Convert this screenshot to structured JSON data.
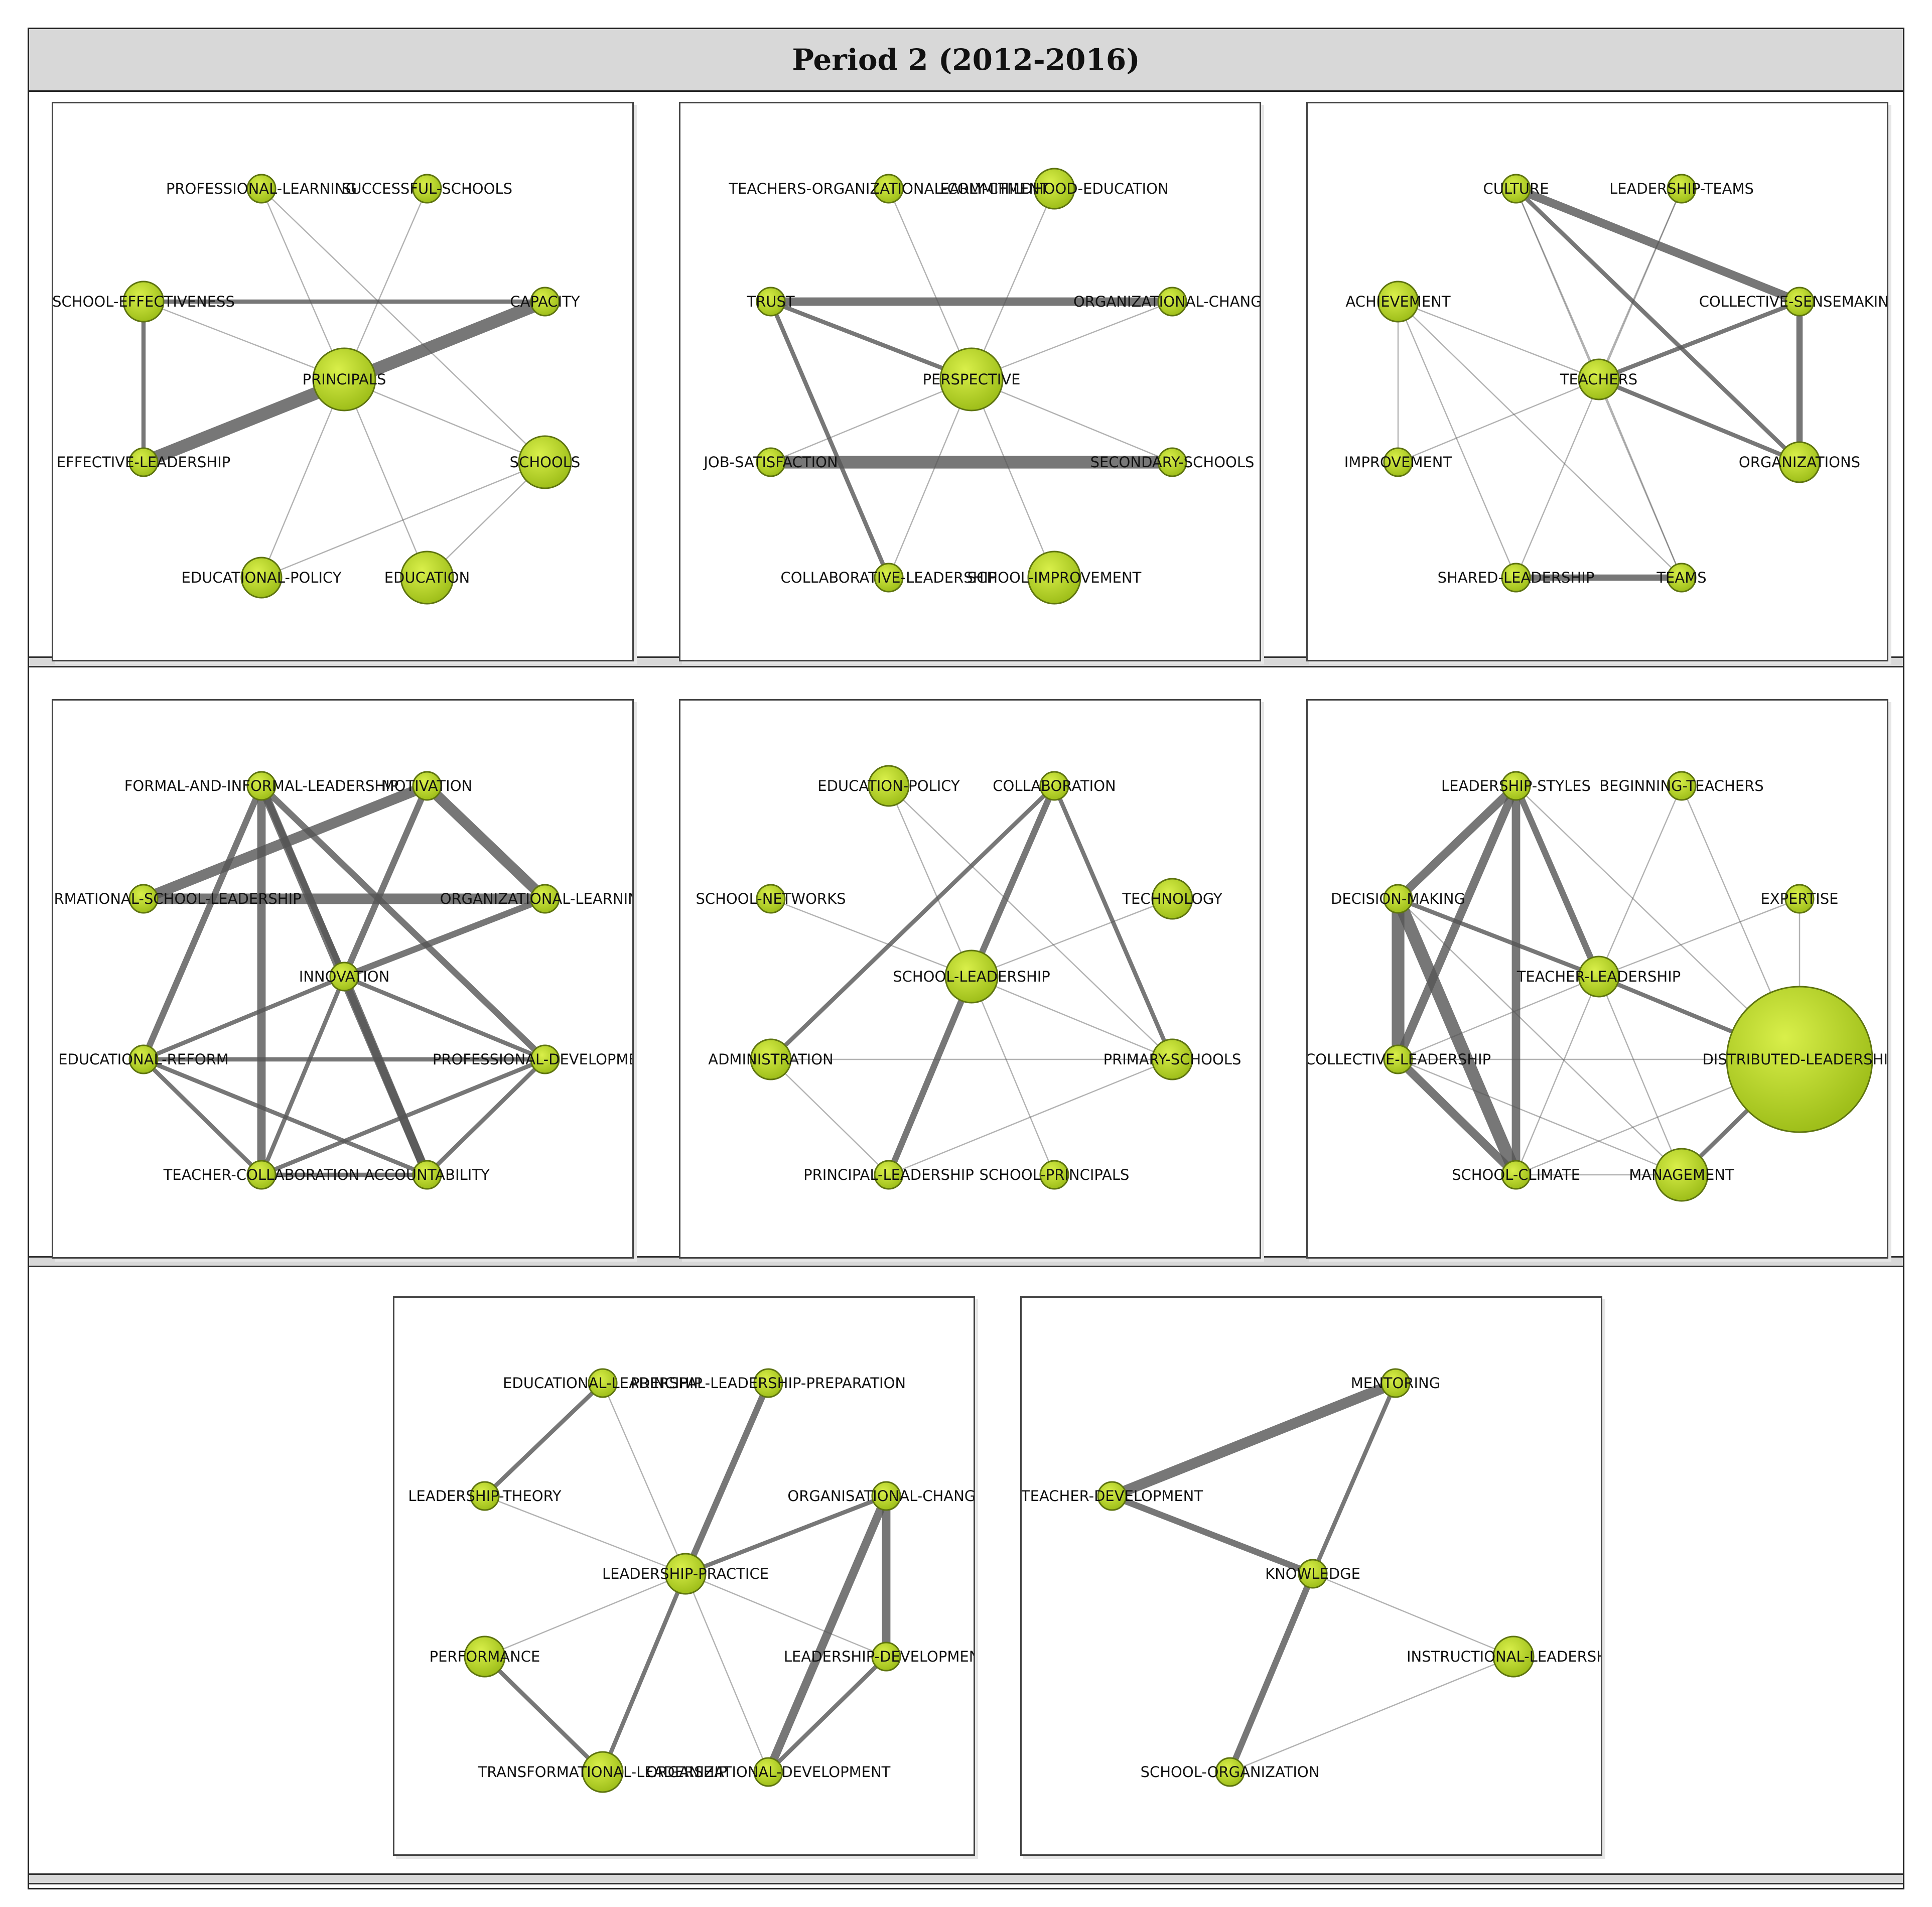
{
  "title": "Period 2 (2012-2016)",
  "colors": {
    "node_fill": "#9fbf1a",
    "node_highlight": "#d9ef4a",
    "node_stroke": "#5e7410",
    "edge": "#555555",
    "band": "#d8d8d8"
  },
  "clusters": [
    {
      "nodes": [
        {
          "id": "PROFESSIONAL-LEARNING",
          "size": 1
        },
        {
          "id": "SUCCESSFUL-SCHOOLS",
          "size": 1
        },
        {
          "id": "SCHOOL-EFFECTIVENESS",
          "size": 2
        },
        {
          "id": "CAPACITY",
          "size": 1
        },
        {
          "id": "PRINCIPALS",
          "size": 4
        },
        {
          "id": "EFFECTIVE-LEADERSHIP",
          "size": 1
        },
        {
          "id": "SCHOOLS",
          "size": 3
        },
        {
          "id": "EDUCATIONAL-POLICY",
          "size": 2
        },
        {
          "id": "EDUCATION",
          "size": 3
        }
      ],
      "edges": [
        [
          "PROFESSIONAL-LEARNING",
          "PRINCIPALS",
          1
        ],
        [
          "PROFESSIONAL-LEARNING",
          "SCHOOLS",
          1
        ],
        [
          "SUCCESSFUL-SCHOOLS",
          "PRINCIPALS",
          1
        ],
        [
          "SCHOOL-EFFECTIVENESS",
          "CAPACITY",
          2
        ],
        [
          "SCHOOL-EFFECTIVENESS",
          "PRINCIPALS",
          1
        ],
        [
          "SCHOOL-EFFECTIVENESS",
          "EFFECTIVE-LEADERSHIP",
          2
        ],
        [
          "CAPACITY",
          "EFFECTIVE-LEADERSHIP",
          6
        ],
        [
          "PRINCIPALS",
          "SCHOOLS",
          1
        ],
        [
          "PRINCIPALS",
          "EDUCATIONAL-POLICY",
          1
        ],
        [
          "PRINCIPALS",
          "EDUCATION",
          1
        ],
        [
          "SCHOOLS",
          "EDUCATIONAL-POLICY",
          1
        ],
        [
          "SCHOOLS",
          "EDUCATION",
          1
        ]
      ]
    },
    {
      "nodes": [
        {
          "id": "TEACHERS-ORGANIZATIONAL-COMMITMENT",
          "size": 1
        },
        {
          "id": "EARLY-CHILDHOOD-EDUCATION",
          "size": 2
        },
        {
          "id": "TRUST",
          "size": 1
        },
        {
          "id": "ORGANIZATIONAL-CHANGE",
          "size": 1
        },
        {
          "id": "PERSPECTIVE",
          "size": 4
        },
        {
          "id": "JOB-SATISFACTION",
          "size": 1
        },
        {
          "id": "SECONDARY-SCHOOLS",
          "size": 1
        },
        {
          "id": "COLLABORATIVE-LEADERSHIP",
          "size": 1
        },
        {
          "id": "SCHOOL-IMPROVEMENT",
          "size": 3
        }
      ],
      "edges": [
        [
          "TRUST",
          "ORGANIZATIONAL-CHANGE",
          4
        ],
        [
          "JOB-SATISFACTION",
          "SECONDARY-SCHOOLS",
          6
        ],
        [
          "TRUST",
          "PERSPECTIVE",
          2
        ],
        [
          "TRUST",
          "COLLABORATIVE-LEADERSHIP",
          2
        ],
        [
          "TEACHERS-ORGANIZATIONAL-COMMITMENT",
          "PERSPECTIVE",
          1
        ],
        [
          "EARLY-CHILDHOOD-EDUCATION",
          "PERSPECTIVE",
          1
        ],
        [
          "ORGANIZATIONAL-CHANGE",
          "PERSPECTIVE",
          1
        ],
        [
          "PERSPECTIVE",
          "JOB-SATISFACTION",
          1
        ],
        [
          "PERSPECTIVE",
          "SECONDARY-SCHOOLS",
          1
        ],
        [
          "PERSPECTIVE",
          "COLLABORATIVE-LEADERSHIP",
          1
        ],
        [
          "PERSPECTIVE",
          "SCHOOL-IMPROVEMENT",
          1
        ]
      ]
    },
    {
      "nodes": [
        {
          "id": "CULTURE",
          "size": 1
        },
        {
          "id": "LEADERSHIP-TEAMS",
          "size": 1
        },
        {
          "id": "ACHIEVEMENT",
          "size": 2
        },
        {
          "id": "COLLECTIVE-SENSEMAKING",
          "size": 1
        },
        {
          "id": "TEACHERS",
          "size": 2
        },
        {
          "id": "IMPROVEMENT",
          "size": 1
        },
        {
          "id": "ORGANIZATIONS",
          "size": 2
        },
        {
          "id": "SHARED-LEADERSHIP",
          "size": 1
        },
        {
          "id": "TEAMS",
          "size": 1
        }
      ],
      "edges": [
        [
          "CULTURE",
          "COLLECTIVE-SENSEMAKING",
          4
        ],
        [
          "COLLECTIVE-SENSEMAKING",
          "ORGANIZATIONS",
          3
        ],
        [
          "SHARED-LEADERSHIP",
          "TEAMS",
          3
        ],
        [
          "CULTURE",
          "TEACHERS",
          1
        ],
        [
          "CULTURE",
          "ORGANIZATIONS",
          2
        ],
        [
          "CULTURE",
          "TEAMS",
          1
        ],
        [
          "LEADERSHIP-TEAMS",
          "TEACHERS",
          1
        ],
        [
          "LEADERSHIP-TEAMS",
          "SHARED-LEADERSHIP",
          1
        ],
        [
          "ACHIEVEMENT",
          "TEACHERS",
          1
        ],
        [
          "ACHIEVEMENT",
          "IMPROVEMENT",
          1
        ],
        [
          "ACHIEVEMENT",
          "SHARED-LEADERSHIP",
          1
        ],
        [
          "ACHIEVEMENT",
          "TEAMS",
          1
        ],
        [
          "COLLECTIVE-SENSEMAKING",
          "TEACHERS",
          2
        ],
        [
          "TEACHERS",
          "IMPROVEMENT",
          1
        ],
        [
          "TEACHERS",
          "ORGANIZATIONS",
          2
        ],
        [
          "TEACHERS",
          "TEAMS",
          1
        ]
      ]
    },
    {
      "nodes": [
        {
          "id": "FORMAL-AND-INFORMAL-LEADERSHIP",
          "size": 1
        },
        {
          "id": "MOTIVATION",
          "size": 1
        },
        {
          "id": "TRANSFORMATIONAL-SCHOOL-LEADERSHIP",
          "size": 1
        },
        {
          "id": "ORGANIZATIONAL-LEARNING",
          "size": 1
        },
        {
          "id": "INNOVATION",
          "size": 1
        },
        {
          "id": "EDUCATIONAL-REFORM",
          "size": 1
        },
        {
          "id": "PROFESSIONAL-DEVELOPMENT",
          "size": 1
        },
        {
          "id": "TEACHER-COLLABORATION",
          "size": 1
        },
        {
          "id": "ACCOUNTABILITY",
          "size": 1
        }
      ],
      "edges": [
        [
          "TRANSFORMATIONAL-SCHOOL-LEADERSHIP",
          "MOTIVATION",
          5
        ],
        [
          "TRANSFORMATIONAL-SCHOOL-LEADERSHIP",
          "ORGANIZATIONAL-LEARNING",
          5
        ],
        [
          "MOTIVATION",
          "ORGANIZATIONAL-LEARNING",
          5
        ],
        [
          "FORMAL-AND-INFORMAL-LEADERSHIP",
          "TEACHER-COLLABORATION",
          4
        ],
        [
          "FORMAL-AND-INFORMAL-LEADERSHIP",
          "ACCOUNTABILITY",
          4
        ],
        [
          "INNOVATION",
          "ACCOUNTABILITY",
          4
        ],
        [
          "FORMAL-AND-INFORMAL-LEADERSHIP",
          "PROFESSIONAL-DEVELOPMENT",
          3
        ],
        [
          "FORMAL-AND-INFORMAL-LEADERSHIP",
          "INNOVATION",
          3
        ],
        [
          "FORMAL-AND-INFORMAL-LEADERSHIP",
          "EDUCATIONAL-REFORM",
          3
        ],
        [
          "MOTIVATION",
          "INNOVATION",
          3
        ],
        [
          "INNOVATION",
          "ORGANIZATIONAL-LEARNING",
          3
        ],
        [
          "INNOVATION",
          "TEACHER-COLLABORATION",
          2
        ],
        [
          "INNOVATION",
          "PROFESSIONAL-DEVELOPMENT",
          2
        ],
        [
          "INNOVATION",
          "EDUCATIONAL-REFORM",
          2
        ],
        [
          "EDUCATIONAL-REFORM",
          "PROFESSIONAL-DEVELOPMENT",
          2
        ],
        [
          "EDUCATIONAL-REFORM",
          "TEACHER-COLLABORATION",
          2
        ],
        [
          "EDUCATIONAL-REFORM",
          "ACCOUNTABILITY",
          2
        ],
        [
          "PROFESSIONAL-DEVELOPMENT",
          "TEACHER-COLLABORATION",
          2
        ],
        [
          "PROFESSIONAL-DEVELOPMENT",
          "ACCOUNTABILITY",
          2
        ],
        [
          "TEACHER-COLLABORATION",
          "ACCOUNTABILITY",
          2
        ]
      ]
    },
    {
      "nodes": [
        {
          "id": "EDUCATION-POLICY",
          "size": 2
        },
        {
          "id": "COLLABORATION",
          "size": 1
        },
        {
          "id": "SCHOOL-NETWORKS",
          "size": 1
        },
        {
          "id": "TECHNOLOGY",
          "size": 2
        },
        {
          "id": "SCHOOL-LEADERSHIP",
          "size": 3
        },
        {
          "id": "ADMINISTRATION",
          "size": 2
        },
        {
          "id": "PRIMARY-SCHOOLS",
          "size": 2
        },
        {
          "id": "PRINCIPAL-LEADERSHIP",
          "size": 1
        },
        {
          "id": "SCHOOL-PRINCIPALS",
          "size": 1
        }
      ],
      "edges": [
        [
          "COLLABORATION",
          "SCHOOL-LEADERSHIP",
          3
        ],
        [
          "SCHOOL-LEADERSHIP",
          "PRINCIPAL-LEADERSHIP",
          3
        ],
        [
          "COLLABORATION",
          "PRIMARY-SCHOOLS",
          2
        ],
        [
          "COLLABORATION",
          "ADMINISTRATION",
          2
        ],
        [
          "SCHOOL-NETWORKS",
          "SCHOOL-LEADERSHIP",
          1
        ],
        [
          "EDUCATION-POLICY",
          "SCHOOL-LEADERSHIP",
          1
        ],
        [
          "EDUCATION-POLICY",
          "PRIMARY-SCHOOLS",
          1
        ],
        [
          "TECHNOLOGY",
          "SCHOOL-LEADERSHIP",
          1
        ],
        [
          "SCHOOL-LEADERSHIP",
          "PRIMARY-SCHOOLS",
          1
        ],
        [
          "SCHOOL-LEADERSHIP",
          "SCHOOL-PRINCIPALS",
          1
        ],
        [
          "ADMINISTRATION",
          "PRIMARY-SCHOOLS",
          1
        ],
        [
          "ADMINISTRATION",
          "PRINCIPAL-LEADERSHIP",
          1
        ],
        [
          "PRINCIPAL-LEADERSHIP",
          "PRIMARY-SCHOOLS",
          1
        ]
      ]
    },
    {
      "nodes": [
        {
          "id": "LEADERSHIP-STYLES",
          "size": 1
        },
        {
          "id": "BEGINNING-TEACHERS",
          "size": 1
        },
        {
          "id": "DECISION-MAKING",
          "size": 1
        },
        {
          "id": "EXPERTISE",
          "size": 1
        },
        {
          "id": "TEACHER-LEADERSHIP",
          "size": 2
        },
        {
          "id": "COLLECTIVE-LEADERSHIP",
          "size": 1
        },
        {
          "id": "DISTRIBUTED-LEADERSHIP",
          "size": 6
        },
        {
          "id": "SCHOOL-CLIMATE",
          "size": 1
        },
        {
          "id": "MANAGEMENT",
          "size": 3
        }
      ],
      "edges": [
        [
          "DECISION-MAKING",
          "COLLECTIVE-LEADERSHIP",
          6
        ],
        [
          "DECISION-MAKING",
          "SCHOOL-CLIMATE",
          6
        ],
        [
          "LEADERSHIP-STYLES",
          "DECISION-MAKING",
          4
        ],
        [
          "LEADERSHIP-STYLES",
          "COLLECTIVE-LEADERSHIP",
          4
        ],
        [
          "LEADERSHIP-STYLES",
          "SCHOOL-CLIMATE",
          4
        ],
        [
          "LEADERSHIP-STYLES",
          "TEACHER-LEADERSHIP",
          3
        ],
        [
          "COLLECTIVE-LEADERSHIP",
          "SCHOOL-CLIMATE",
          4
        ],
        [
          "LEADERSHIP-STYLES",
          "DISTRIBUTED-LEADERSHIP",
          1
        ],
        [
          "BEGINNING-TEACHERS",
          "TEACHER-LEADERSHIP",
          1
        ],
        [
          "BEGINNING-TEACHERS",
          "DISTRIBUTED-LEADERSHIP",
          1
        ],
        [
          "EXPERTISE",
          "TEACHER-LEADERSHIP",
          1
        ],
        [
          "EXPERTISE",
          "DISTRIBUTED-LEADERSHIP",
          1
        ],
        [
          "DECISION-MAKING",
          "TEACHER-LEADERSHIP",
          2
        ],
        [
          "DECISION-MAKING",
          "MANAGEMENT",
          1
        ],
        [
          "COLLECTIVE-LEADERSHIP",
          "TEACHER-LEADERSHIP",
          1
        ],
        [
          "COLLECTIVE-LEADERSHIP",
          "DISTRIBUTED-LEADERSHIP",
          1
        ],
        [
          "COLLECTIVE-LEADERSHIP",
          "MANAGEMENT",
          1
        ],
        [
          "TEACHER-LEADERSHIP",
          "DISTRIBUTED-LEADERSHIP",
          2
        ],
        [
          "TEACHER-LEADERSHIP",
          "SCHOOL-CLIMATE",
          1
        ],
        [
          "TEACHER-LEADERSHIP",
          "MANAGEMENT",
          1
        ],
        [
          "SCHOOL-CLIMATE",
          "MANAGEMENT",
          1
        ],
        [
          "SCHOOL-CLIMATE",
          "DISTRIBUTED-LEADERSHIP",
          1
        ],
        [
          "MANAGEMENT",
          "DISTRIBUTED-LEADERSHIP",
          2
        ]
      ]
    },
    {
      "nodes": [
        {
          "id": "EDUCATIONAL-LEADERSHIP",
          "size": 1
        },
        {
          "id": "PRINCIPAL-LEADERSHIP-PREPARATION",
          "size": 1
        },
        {
          "id": "LEADERSHIP-THEORY",
          "size": 1
        },
        {
          "id": "ORGANISATIONAL-CHANGE",
          "size": 1
        },
        {
          "id": "LEADERSHIP-PRACTICE",
          "size": 2
        },
        {
          "id": "PERFORMANCE",
          "size": 2
        },
        {
          "id": "LEADERSHIP-DEVELOPMENT",
          "size": 1
        },
        {
          "id": "TRANSFORMATIONAL-LEADERSHIP",
          "size": 2
        },
        {
          "id": "ORGANIZATIONAL-DEVELOPMENT",
          "size": 1
        }
      ],
      "edges": [
        [
          "ORGANISATIONAL-CHANGE",
          "ORGANIZATIONAL-DEVELOPMENT",
          4
        ],
        [
          "ORGANISATIONAL-CHANGE",
          "LEADERSHIP-DEVELOPMENT",
          4
        ],
        [
          "PRINCIPAL-LEADERSHIP-PREPARATION",
          "LEADERSHIP-PRACTICE",
          3
        ],
        [
          "EDUCATIONAL-LEADERSHIP",
          "LEADERSHIP-THEORY",
          2
        ],
        [
          "EDUCATIONAL-LEADERSHIP",
          "LEADERSHIP-PRACTICE",
          1
        ],
        [
          "LEADERSHIP-THEORY",
          "LEADERSHIP-PRACTICE",
          1
        ],
        [
          "LEADERSHIP-PRACTICE",
          "ORGANISATIONAL-CHANGE",
          2
        ],
        [
          "LEADERSHIP-PRACTICE",
          "PERFORMANCE",
          1
        ],
        [
          "LEADERSHIP-PRACTICE",
          "LEADERSHIP-DEVELOPMENT",
          1
        ],
        [
          "LEADERSHIP-PRACTICE",
          "TRANSFORMATIONAL-LEADERSHIP",
          2
        ],
        [
          "LEADERSHIP-PRACTICE",
          "ORGANIZATIONAL-DEVELOPMENT",
          1
        ],
        [
          "PERFORMANCE",
          "TRANSFORMATIONAL-LEADERSHIP",
          2
        ],
        [
          "LEADERSHIP-DEVELOPMENT",
          "ORGANIZATIONAL-DEVELOPMENT",
          2
        ]
      ]
    },
    {
      "nodes": [
        {
          "id": "MENTORING",
          "size": 1
        },
        {
          "id": "TEACHER-DEVELOPMENT",
          "size": 1
        },
        {
          "id": "KNOWLEDGE",
          "size": 1
        },
        {
          "id": "INSTRUCTIONAL-LEADERSHIP",
          "size": 2
        },
        {
          "id": "SCHOOL-ORGANIZATION",
          "size": 1
        }
      ],
      "edges": [
        [
          "TEACHER-DEVELOPMENT",
          "MENTORING",
          5
        ],
        [
          "TEACHER-DEVELOPMENT",
          "KNOWLEDGE",
          3
        ],
        [
          "MENTORING",
          "KNOWLEDGE",
          2
        ],
        [
          "KNOWLEDGE",
          "SCHOOL-ORGANIZATION",
          3
        ],
        [
          "KNOWLEDGE",
          "INSTRUCTIONAL-LEADERSHIP",
          1
        ],
        [
          "INSTRUCTIONAL-LEADERSHIP",
          "SCHOOL-ORGANIZATION",
          1
        ]
      ]
    }
  ]
}
